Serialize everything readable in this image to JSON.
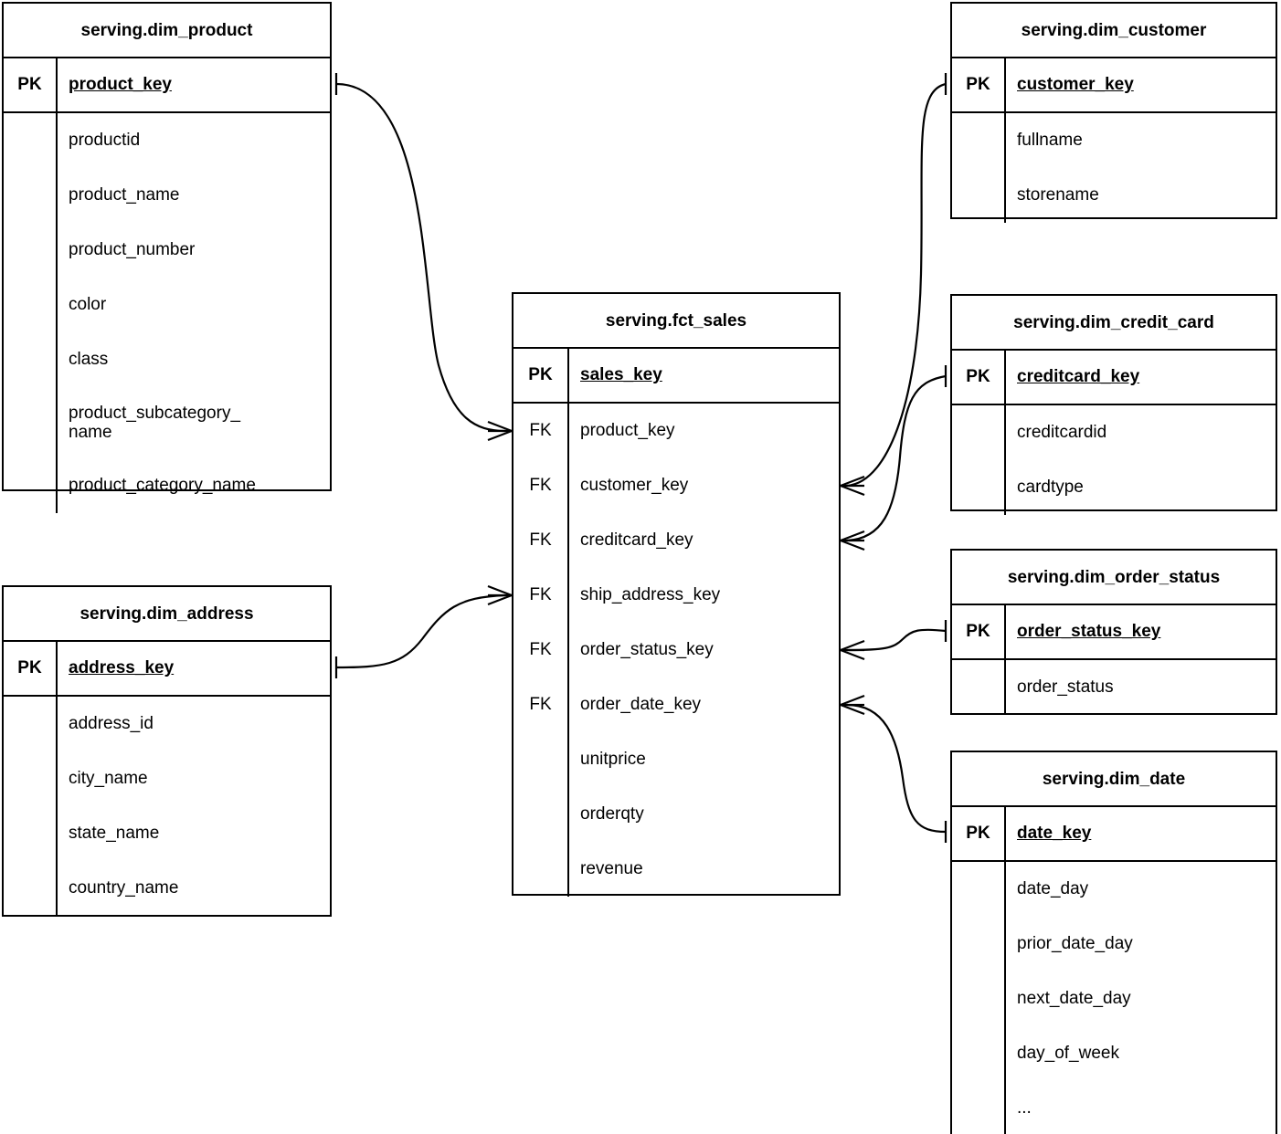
{
  "diagram": {
    "type": "entity-relationship-diagram",
    "notation": "crow's foot",
    "line_color": "#000000",
    "border_color": "#000000",
    "background_color": "#ffffff"
  },
  "entities": [
    {
      "id": "dim_product",
      "title": "serving.dim_product",
      "pk": {
        "key_label": "PK",
        "name": "product_key"
      },
      "attributes": [
        {
          "key_label": "",
          "name": "productid"
        },
        {
          "key_label": "",
          "name": "product_name"
        },
        {
          "key_label": "",
          "name": "product_number"
        },
        {
          "key_label": "",
          "name": "color"
        },
        {
          "key_label": "",
          "name": "class"
        },
        {
          "key_label": "",
          "name": "product_subcategory_\nname"
        },
        {
          "key_label": "",
          "name": "product_category_name"
        }
      ]
    },
    {
      "id": "dim_address",
      "title": "serving.dim_address",
      "pk": {
        "key_label": "PK",
        "name": "address_key"
      },
      "attributes": [
        {
          "key_label": "",
          "name": "address_id"
        },
        {
          "key_label": "",
          "name": "city_name"
        },
        {
          "key_label": "",
          "name": "state_name"
        },
        {
          "key_label": "",
          "name": "country_name"
        }
      ]
    },
    {
      "id": "fct_sales",
      "title": "serving.fct_sales",
      "pk": {
        "key_label": "PK",
        "name": "sales_key"
      },
      "attributes": [
        {
          "key_label": "FK",
          "name": "product_key"
        },
        {
          "key_label": "FK",
          "name": "customer_key"
        },
        {
          "key_label": "FK",
          "name": "creditcard_key"
        },
        {
          "key_label": "FK",
          "name": "ship_address_key"
        },
        {
          "key_label": "FK",
          "name": "order_status_key"
        },
        {
          "key_label": "FK",
          "name": "order_date_key"
        },
        {
          "key_label": "",
          "name": "unitprice"
        },
        {
          "key_label": "",
          "name": "orderqty"
        },
        {
          "key_label": "",
          "name": "revenue"
        }
      ]
    },
    {
      "id": "dim_customer",
      "title": "serving.dim_customer",
      "pk": {
        "key_label": "PK",
        "name": "customer_key"
      },
      "attributes": [
        {
          "key_label": "",
          "name": "fullname"
        },
        {
          "key_label": "",
          "name": "storename"
        }
      ]
    },
    {
      "id": "dim_credit_card",
      "title": "serving.dim_credit_card",
      "pk": {
        "key_label": "PK",
        "name": "creditcard_key"
      },
      "attributes": [
        {
          "key_label": "",
          "name": "creditcardid"
        },
        {
          "key_label": "",
          "name": "cardtype"
        }
      ]
    },
    {
      "id": "dim_order_status",
      "title": "serving.dim_order_status",
      "pk": {
        "key_label": "PK",
        "name": "order_status_key"
      },
      "attributes": [
        {
          "key_label": "",
          "name": "order_status"
        }
      ]
    },
    {
      "id": "dim_date",
      "title": "serving.dim_date",
      "pk": {
        "key_label": "PK",
        "name": "date_key"
      },
      "attributes": [
        {
          "key_label": "",
          "name": "date_day"
        },
        {
          "key_label": "",
          "name": "prior_date_day"
        },
        {
          "key_label": "",
          "name": "next_date_day"
        },
        {
          "key_label": "",
          "name": "day_of_week"
        },
        {
          "key_label": "",
          "name": "..."
        }
      ]
    }
  ],
  "relationships": [
    {
      "from": "dim_product.product_key",
      "to": "fct_sales.product_key",
      "from_cardinality": "one",
      "to_cardinality": "many"
    },
    {
      "from": "dim_address.address_key",
      "to": "fct_sales.ship_address_key",
      "from_cardinality": "one",
      "to_cardinality": "many"
    },
    {
      "from": "dim_customer.customer_key",
      "to": "fct_sales.customer_key",
      "from_cardinality": "one",
      "to_cardinality": "many"
    },
    {
      "from": "dim_credit_card.creditcard_key",
      "to": "fct_sales.creditcard_key",
      "from_cardinality": "one",
      "to_cardinality": "many"
    },
    {
      "from": "dim_order_status.order_status_key",
      "to": "fct_sales.order_status_key",
      "from_cardinality": "one",
      "to_cardinality": "many"
    },
    {
      "from": "dim_date.date_key",
      "to": "fct_sales.order_date_key",
      "from_cardinality": "one",
      "to_cardinality": "many"
    }
  ]
}
